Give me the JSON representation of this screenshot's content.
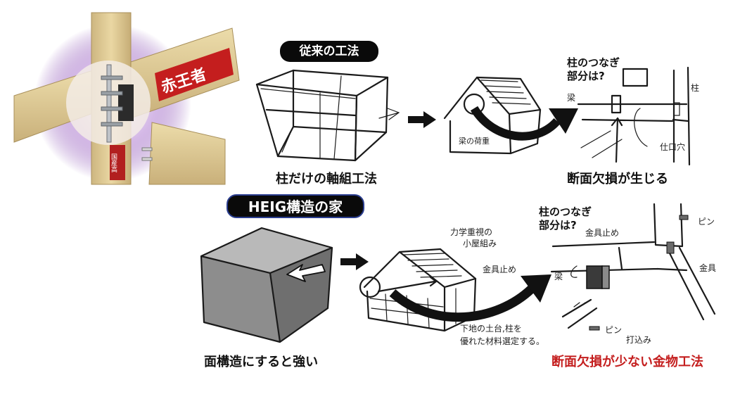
{
  "photo": {
    "banner_text": "赤王者",
    "label_text": "国産高"
  },
  "conventional": {
    "badge": "従来の工法",
    "caption_frame": "柱だけの軸組工法",
    "note_beam": "梁の荷重",
    "joint_title_line1": "柱のつなぎ",
    "joint_title_line2": "部分は?",
    "note_pillar": "柱",
    "note_beam2": "梁",
    "note_mortise": "仕口穴",
    "caption_joint": "断面欠損が生じる"
  },
  "heig": {
    "badge": "HEIG構造の家",
    "caption_box": "面構造にすると強い",
    "note_roof_line1": "力学重視の",
    "note_roof_line2": "小屋組み",
    "note_metal": "金具止め",
    "note_material_line1": "下地の土台,柱を",
    "note_material_line2": "優れた材料選定する。",
    "joint_title_line1": "柱のつなぎ",
    "joint_title_line2": "部分は?",
    "note_metal2": "金具止め",
    "note_beam": "梁",
    "note_metal3": "金具",
    "note_pin": "ピン",
    "note_pin2": "ピン",
    "note_pin3": "打込み",
    "caption_joint": "断面欠損が少ない金物工法"
  },
  "colors": {
    "accent_red": "#c41e1e",
    "badge_black": "#0a0a0a",
    "badge_blue_outline": "#2a3d8f",
    "wood": "#e0cc94",
    "glow_purple": "#7a3aa8"
  }
}
